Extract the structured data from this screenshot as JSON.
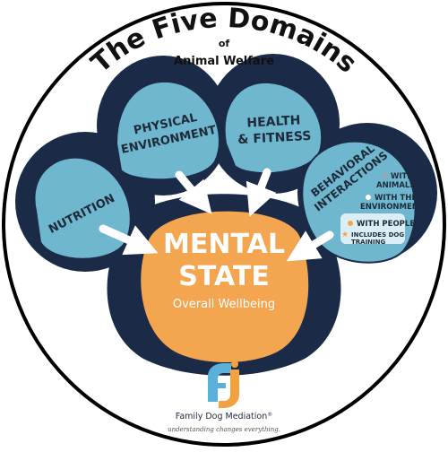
{
  "title": {
    "main": "The Five Domains",
    "of": "of",
    "sub": "Animal Welfare"
  },
  "toes": {
    "nutrition": "NUTRITION",
    "physical_line1": "PHYSICAL",
    "physical_line2": "ENVIRONMENT",
    "health_line1": "HEALTH",
    "health_line2": "& FITNESS",
    "behavioral_line1": "BEHAVIORAL",
    "behavioral_line2": "INTERACTIONS"
  },
  "behavioral_items": {
    "animals_line1": "WITH",
    "animals_line2": "ANIMALS",
    "environment_line1": "WITH THE",
    "environment_line2": "ENVIRONMENT",
    "people": "WITH PEOPLE",
    "training_line1": "INCLUDES DOG",
    "training_line2": "TRAINING"
  },
  "pad": {
    "line1": "MENTAL",
    "line2": "STATE",
    "subtitle": "Overall Wellbeing"
  },
  "brand": {
    "name": "Family Dog Mediation",
    "trademark": "®",
    "tagline": "understanding changes everything."
  },
  "colors": {
    "paw_navy": "#1b2a47",
    "toe_blue": "#6fb7cf",
    "pad_orange": "#f3a64f",
    "dot_gray": "#9aa5b1",
    "dot_white": "#ffffff",
    "dot_orange": "#f3a64f",
    "star_orange": "#f3a64f",
    "logo_blue": "#5bb0d9",
    "logo_orange": "#f2a241"
  }
}
